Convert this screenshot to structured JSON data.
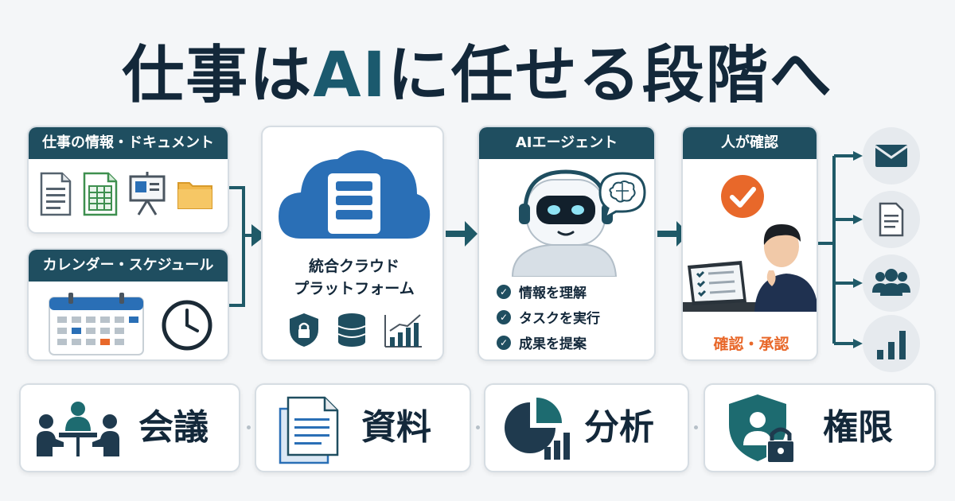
{
  "title": {
    "pre": "仕事は",
    "ai": "AI",
    "post": "に任せる段階へ"
  },
  "documents_card": {
    "header": "仕事の情報・ドキュメント"
  },
  "calendar_card": {
    "header": "カレンダー・スケジュール"
  },
  "cloud_card": {
    "label_line1": "統合クラウド",
    "label_line2": "プラットフォーム"
  },
  "agent_card": {
    "header": "AIエージェント",
    "bullets": [
      "情報を理解",
      "タスクを実行",
      "成果を提案"
    ]
  },
  "human_card": {
    "header": "人が確認",
    "footer": "確認・承認"
  },
  "bottom_items": [
    {
      "label": "会議",
      "icon": "meeting-icon"
    },
    {
      "label": "資料",
      "icon": "document-icon"
    },
    {
      "label": "分析",
      "icon": "analytics-icon"
    },
    {
      "label": "権限",
      "icon": "permission-icon"
    }
  ],
  "outputs": [
    "mail-icon",
    "document-icon",
    "team-icon",
    "bar-chart-icon"
  ],
  "colors": {
    "navy": "#13283a",
    "teal": "#1f4e60",
    "accent_orange": "#e8682a",
    "cloud_blue": "#2a6fb6"
  }
}
